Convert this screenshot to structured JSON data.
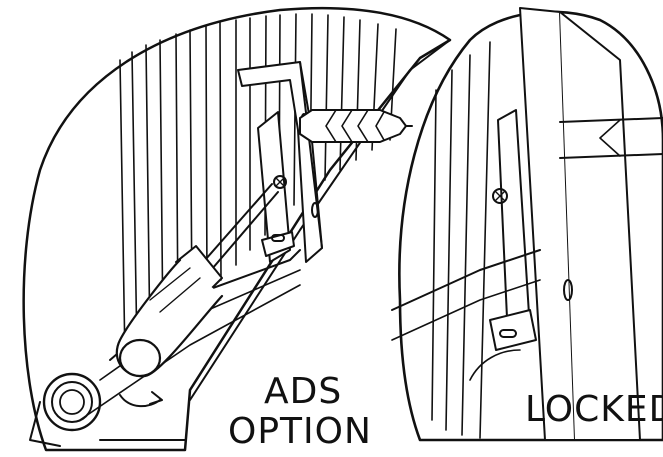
{
  "labels": {
    "left_line1": "ADS",
    "left_line2": "OPTION",
    "right": "LOCKED"
  },
  "colors": {
    "line": "#111111",
    "background": "#ffffff"
  },
  "icons": [
    "screwdriver-icon",
    "wall-anchor-icon",
    "rotation-arrow-icon"
  ]
}
